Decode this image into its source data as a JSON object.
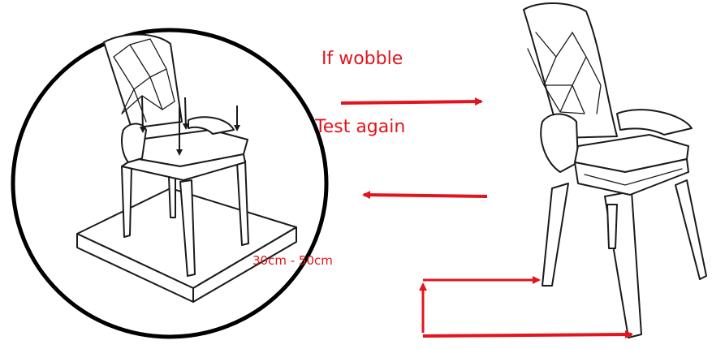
{
  "labels": {
    "if_wobble": "If wobble",
    "test_again": "Test again",
    "distance": "30cm - 50cm"
  },
  "colors": {
    "accent": "#e3141b",
    "ink": "#1a1a1a"
  }
}
